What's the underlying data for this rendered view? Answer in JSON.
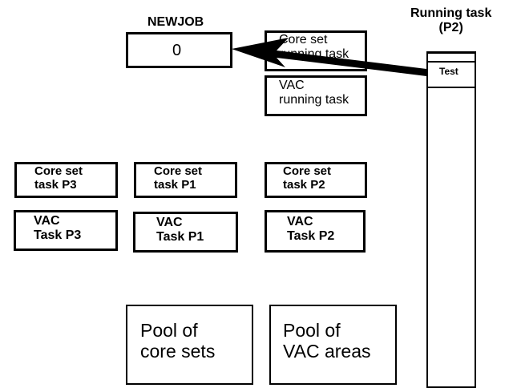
{
  "newjob": {
    "label": "NEWJOB",
    "value": "0"
  },
  "running": {
    "title": "Running task\n(P2)",
    "entry": "Test"
  },
  "core_running": "Core set\nrunning task",
  "vac_running": "VAC\nrunning task",
  "core_tasks": [
    "Core set\ntask P3",
    "Core set\ntask P1",
    "Core set\ntask P2"
  ],
  "vac_tasks": [
    "VAC\nTask P3",
    "VAC\nTask P1",
    "VAC\nTask P2"
  ],
  "pools": [
    "Pool of\ncore sets",
    "Pool of\nVAC areas"
  ]
}
